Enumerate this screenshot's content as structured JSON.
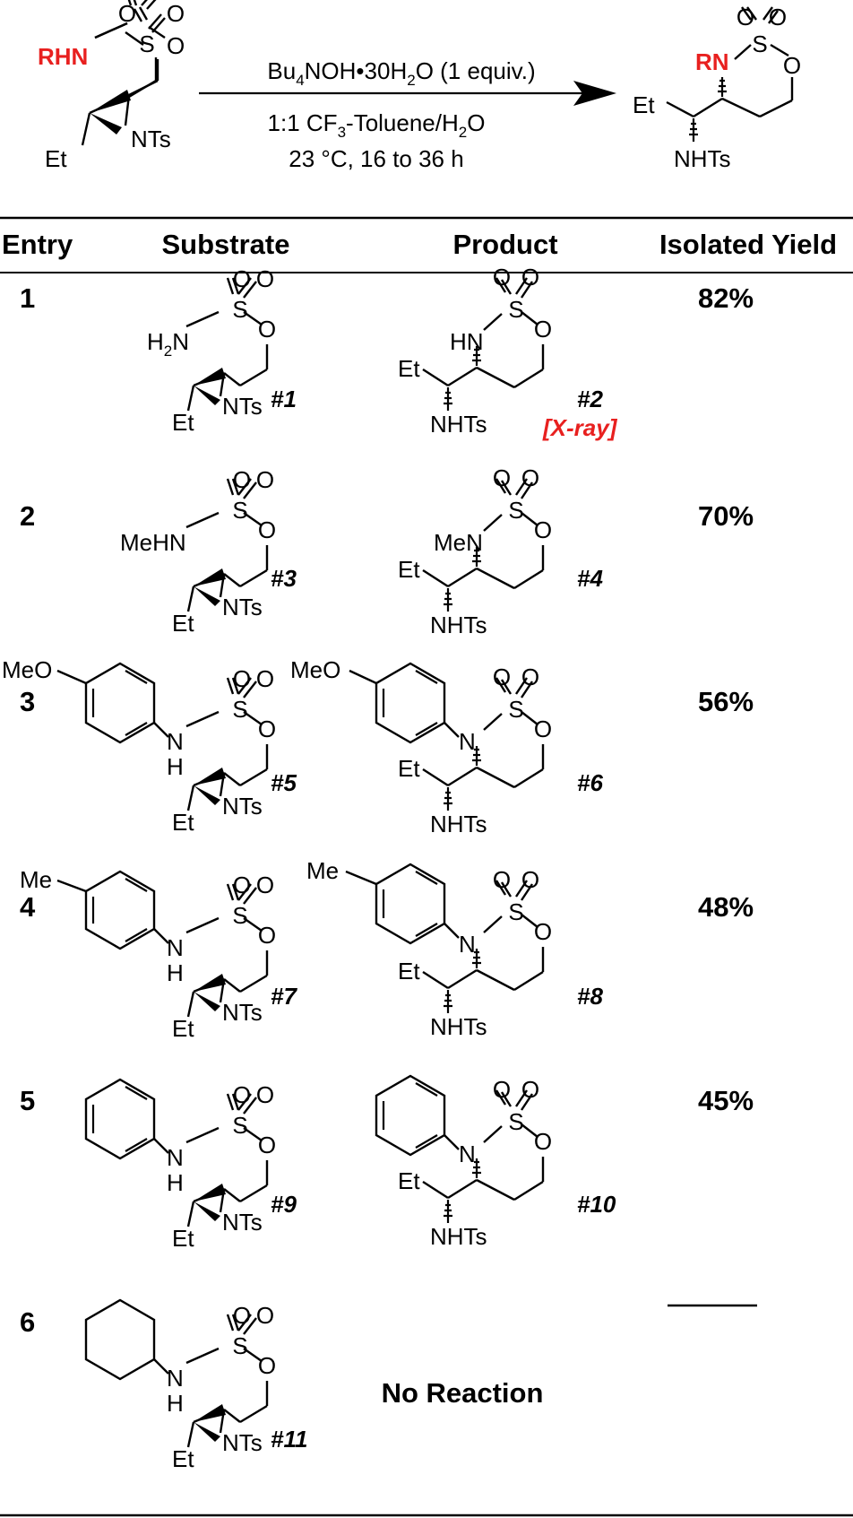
{
  "scheme": {
    "substrate_amine": "RHN",
    "substrate_atoms": {
      "O": "O",
      "S": "S",
      "aziridine_N": "NTs",
      "Et": "Et"
    },
    "product_amine": "RN",
    "product_atoms": {
      "O": "O",
      "S": "S",
      "Et": "Et",
      "NHTs": "NHTs"
    },
    "reagent": {
      "pre": "Bu",
      "sub1": "4",
      "mid": "NOH•30H",
      "sub2": "2",
      "post": "O (1 equiv.)"
    },
    "solvent": {
      "pre": "1:1 CF",
      "sub1": "3",
      "mid": "-Toluene/H",
      "sub2": "2",
      "post": "O"
    },
    "conditions": "23 °C, 16 to 36 h"
  },
  "table": {
    "headers": [
      "Entry",
      "Substrate",
      "Product",
      "Isolated Yield"
    ],
    "rows": [
      {
        "entry": "1",
        "amine": "H2N",
        "substrate_label": "#1",
        "product_amine": "HN",
        "product_label": "#2",
        "product_note": "[X-ray]",
        "yield": "82%"
      },
      {
        "entry": "2",
        "amine": "MeHN",
        "substrate_label": "#3",
        "product_amine": "MeN",
        "product_label": "#4",
        "yield": "70%"
      },
      {
        "entry": "3",
        "aryl_sub": "MeO",
        "substrate_label": "#5",
        "product_label": "#6",
        "yield": "56%"
      },
      {
        "entry": "4",
        "aryl_sub": "Me",
        "substrate_label": "#7",
        "product_label": "#8",
        "yield": "48%"
      },
      {
        "entry": "5",
        "substrate_label": "#9",
        "product_label": "#10",
        "yield": "45%"
      },
      {
        "entry": "6",
        "substrate_label": "#11",
        "product_text": "No Reaction",
        "yield": "————"
      }
    ]
  },
  "atoms": {
    "O": "O",
    "S": "S",
    "N": "N",
    "H": "H",
    "NTs": "NTs",
    "Et": "Et",
    "NHTs": "NHTs",
    "HN": "HN"
  }
}
